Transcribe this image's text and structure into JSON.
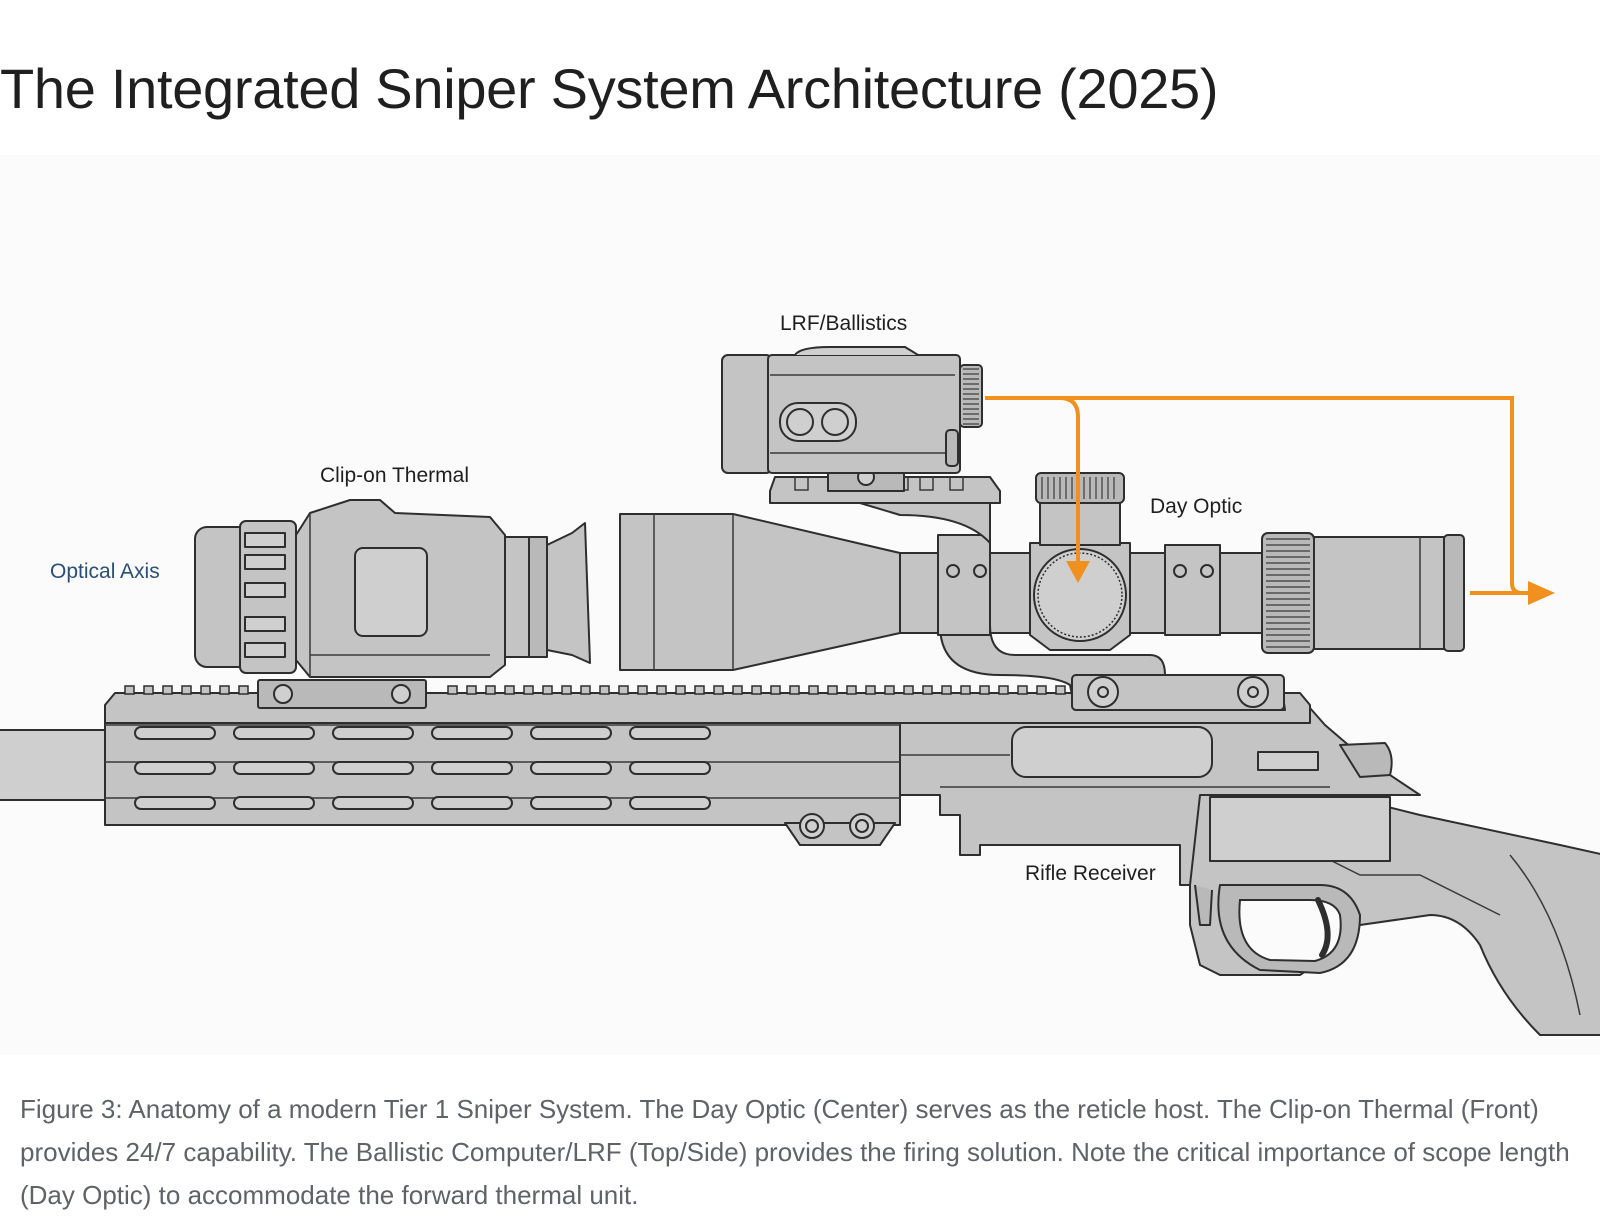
{
  "page": {
    "title": "The Integrated Sniper System Architecture (2025)"
  },
  "diagram": {
    "labels": {
      "optical_axis": "Optical Axis",
      "clip_on_thermal": "Clip-on Thermal",
      "lrf_ballistics": "LRF/Ballistics",
      "day_optic": "Day Optic",
      "rifle_receiver": "Rifle Receiver"
    },
    "colors": {
      "optical_axis": "#1a6fe0",
      "data_flow": "#f0901e",
      "component_fill": "#c4c4c4",
      "outline": "#2e2e2e"
    },
    "components": [
      "Clip-on Thermal",
      "Day Optic",
      "LRF/Ballistics",
      "Rifle Receiver"
    ],
    "connections": [
      {
        "from": "LRF/Ballistics",
        "to": "Day Optic",
        "type": "data-flow"
      },
      {
        "from": "LRF/Ballistics",
        "to": "Optical Axis (forward)",
        "type": "data-flow"
      }
    ]
  },
  "caption": {
    "text": "Figure 3: Anatomy of a modern Tier 1 Sniper System. The Day Optic (Center) serves as the reticle host. The Clip-on Thermal (Front) provides 24/7 capability. The Ballistic Computer/LRF (Top/Side) provides the firing solution. Note the critical importance of scope length (Day Optic) to accommodate the forward thermal unit."
  }
}
